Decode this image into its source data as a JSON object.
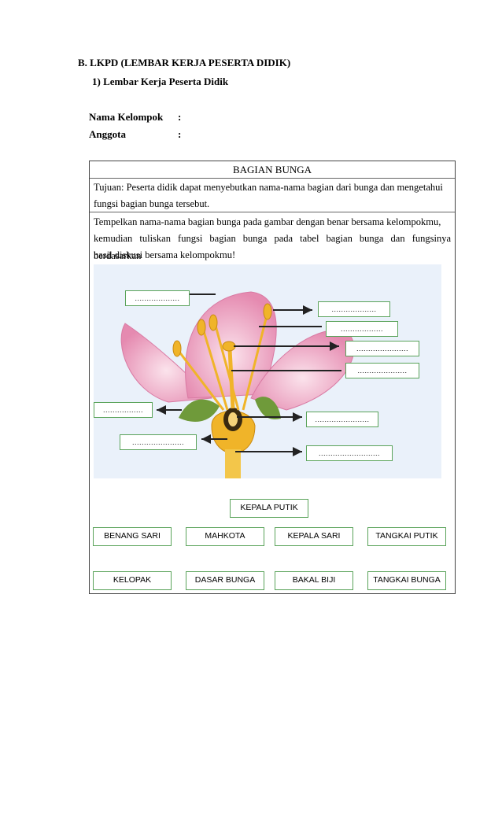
{
  "header": {
    "section": "B.  LKPD (LEMBAR KERJA PESERTA DIDIK)",
    "subsection": "1)   Lembar Kerja Peserta Didik"
  },
  "fields": [
    {
      "label": "Nama Kelompok",
      "colon": ":"
    },
    {
      "label": "Anggota",
      "colon": ":"
    }
  ],
  "worksheet": {
    "title": "BAGIAN BUNGA",
    "goal_line1": "Tujuan: Peserta didik dapat menyebutkan nama-nama bagian dari bunga dan mengetahui",
    "goal_line2": "fungsi bagian bunga tersebut.",
    "instruction_line1": "Tempelkan nama-nama bagian bunga pada gambar dengan benar bersama kelompokmu,",
    "instruction_line2": "kemudian tuliskan fungsi bagian bunga pada tabel bagian bunga dan fungsinya berdasarkan",
    "instruction_line3": "hasil diskusi bersama kelompokmu!"
  },
  "diagram": {
    "blanks": [
      "...................",
      "...................",
      "..................",
      "......................",
      ".....................",
      ".................",
      ".......................",
      "......................",
      ".........................."
    ]
  },
  "word_bank": [
    "KEPALA PUTIK",
    "BENANG SARI",
    "MAHKOTA",
    "KEPALA SARI",
    "TANGKAI PUTIK",
    "KELOPAK",
    "DASAR BUNGA",
    "BAKAL BIJI",
    "TANGKAI BUNGA"
  ],
  "colors": {
    "box_border": "#5aa35a",
    "petal": "#f2a7c3",
    "petal_dark": "#e06f9c",
    "stamen": "#f0b429",
    "sepal": "#6f9a3a",
    "diagram_bg": "#eaf1fa"
  }
}
